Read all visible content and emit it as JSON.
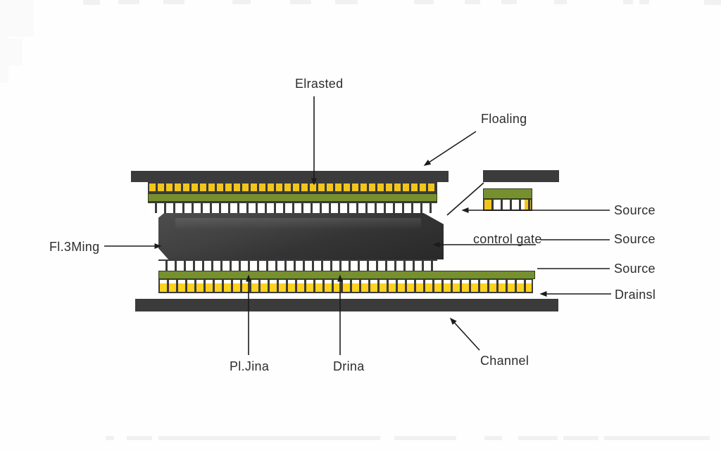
{
  "diagram": {
    "title_context": "floating-gate transistor diagram",
    "labels": {
      "erased_top": "Elrasted",
      "floating_top_right": "Floaling",
      "source_1": "Source",
      "control_gate": "control gate",
      "source_2": "Source",
      "source_3": "Source",
      "drain_right": "Drainsl",
      "floating_left": "Fl.3Ming",
      "p_junction_bottom": "Pl.Jina",
      "drain_bottom": "Drina",
      "channel_bottom": "Channel"
    },
    "colors": {
      "background": "#fefefe",
      "bar_dark": "#3b3b3b",
      "stripe_sep": "#3b3b3b",
      "yellow": "#f2c51d",
      "yellow_bright": "#ffd21f",
      "green": "#76902f",
      "gate_light": "#4d4d4d",
      "gate_dark": "#292929",
      "line": "#1b1b1b",
      "text": "#2d2d2d"
    }
  }
}
